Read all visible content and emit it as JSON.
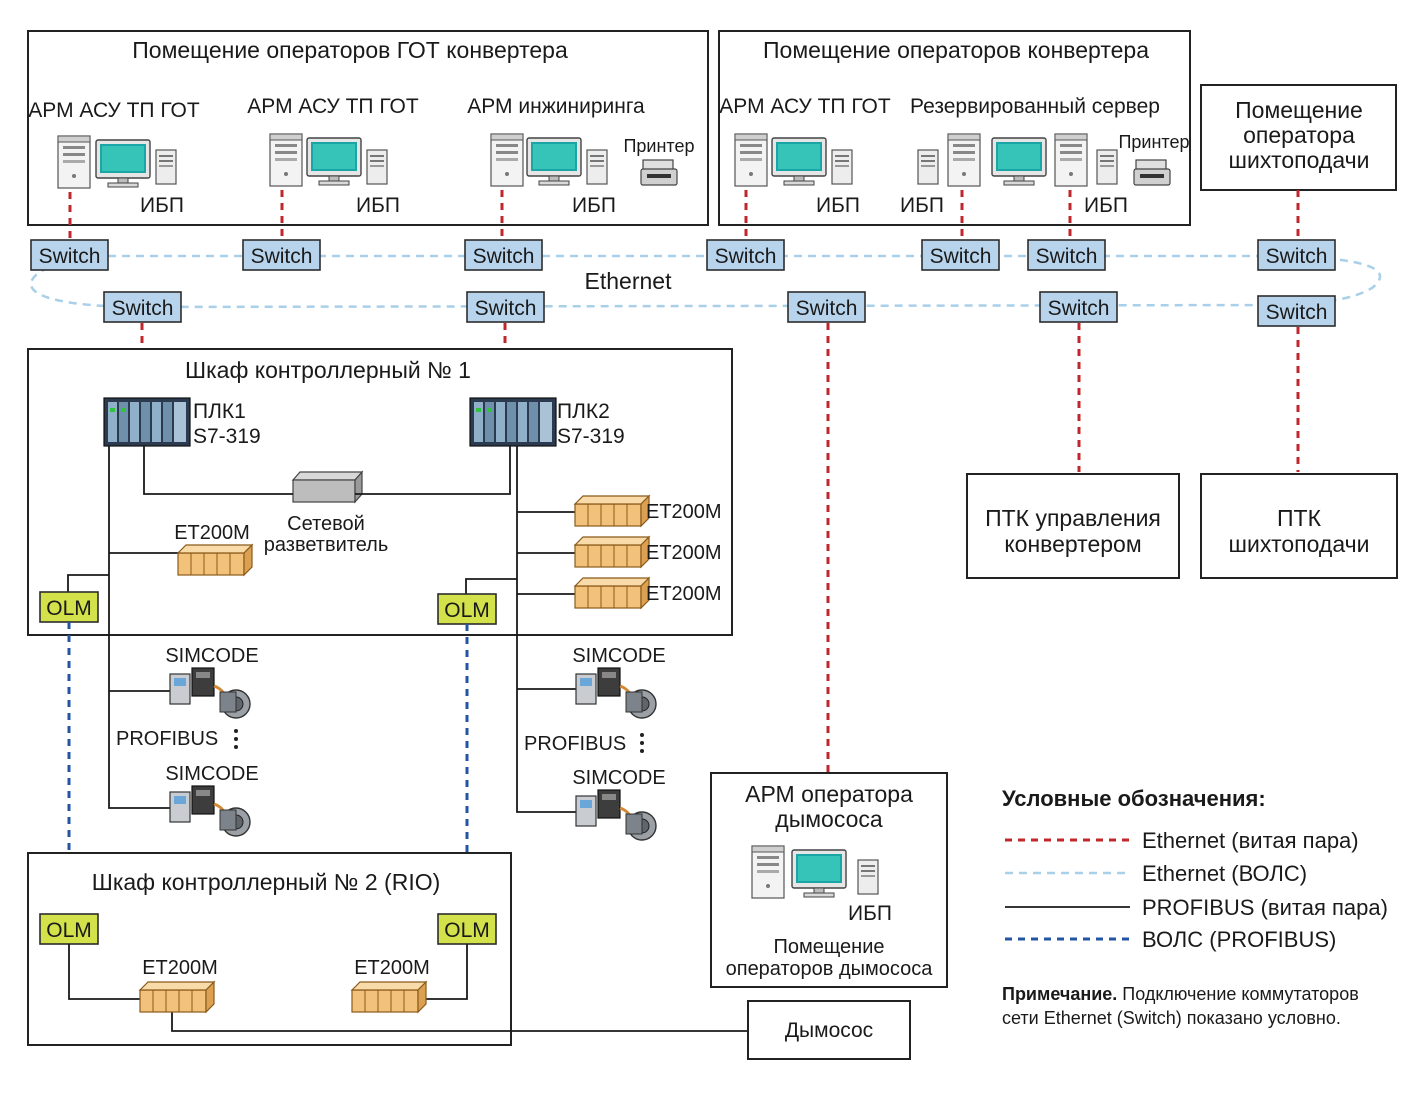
{
  "rooms": {
    "got_room_title": "Помещение операторов ГОТ конвертера",
    "conv_room_title": "Помещение операторов конвертера",
    "charge_room_title_l1": "Помещение",
    "charge_room_title_l2": "оператора",
    "charge_room_title_l3": "шихтоподачи"
  },
  "workstations": {
    "arm_got_1": "АРМ АСУ ТП ГОТ",
    "arm_got_2": "АРМ АСУ ТП ГОТ",
    "arm_eng": "АРМ инжиниринга",
    "arm_got_3": "АРМ АСУ ТП ГОТ",
    "reserved_server": "Резервированный сервер",
    "printer_1": "Принтер",
    "printer_2": "Принтер",
    "ups": "ИБП"
  },
  "network": {
    "switch_label": "Switch",
    "ethernet_label": "Ethernet",
    "olm_label": "OLM",
    "profibus_label": "PROFIBUS"
  },
  "cabinet1": {
    "title": "Шкаф контроллерный № 1",
    "plc1_l1": "ПЛК1",
    "plc1_l2": "S7-319",
    "plc2_l1": "ПЛК2",
    "plc2_l2": "S7-319",
    "splitter_l1": "Сетевой",
    "splitter_l2": "разветвитель",
    "et200m": "ET200M"
  },
  "cabinet2": {
    "title": "Шкаф контроллерный № 2 (RIO)",
    "et200m": "ET200M"
  },
  "simcode": "SIMCODE",
  "ptk_converter_l1": "ПТК управления",
  "ptk_converter_l2": "конвертером",
  "ptk_charge_l1": "ПТК",
  "ptk_charge_l2": "шихтоподачи",
  "fan_operator": {
    "title_l1": "АРМ оператора",
    "title_l2": "дымососа",
    "room_l1": "Помещение",
    "room_l2": "операторов дымососа"
  },
  "fan": "Дымосос",
  "legend": {
    "title": "Условные обозначения:",
    "items": [
      {
        "label": "Ethernet (витая пара)",
        "color": "#c0272d"
      },
      {
        "label": "Ethernet (ВОЛС)",
        "color": "#a9cfe9"
      },
      {
        "label": "PROFIBUS (витая пара)",
        "color": "#1a1a1a"
      },
      {
        "label": "ВОЛС (PROFIBUS)",
        "color": "#2454a4"
      }
    ],
    "note_bold": "Примечание.",
    "note_l1": "Подключение коммутаторов",
    "note_l2": "сети Ethernet (Switch) показано условно."
  },
  "colors": {
    "switch_fill": "#b8d4ec",
    "olm_fill": "#d3e24a",
    "ethernet_tp": "#c0272d",
    "ethernet_fo": "#a9cfe9",
    "profibus_fo": "#2454a4",
    "et200m_fill": "#f2c27a"
  }
}
